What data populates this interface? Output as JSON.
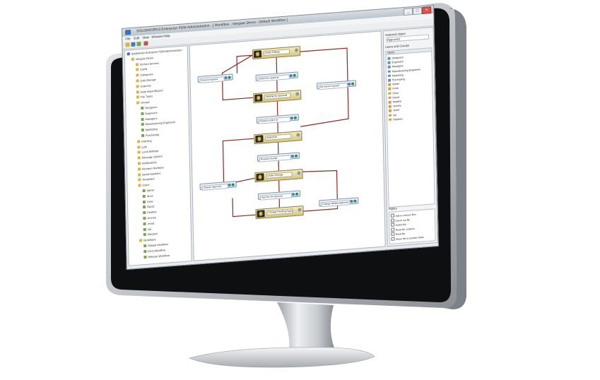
{
  "window": {
    "title": "SOLIDWORKS Enterprise PDM Administration - [ Workflow - Vangaar Demo - Default Workflow ]",
    "controls": [
      "_",
      "□",
      "×"
    ]
  },
  "menu": [
    "File",
    "Edit",
    "View",
    "Window",
    "Help"
  ],
  "tree": {
    "items": [
      {
        "label": "SolidWorks Enterprise PDM Administration",
        "depth": 0
      },
      {
        "label": "Vangaar Demo",
        "depth": 1
      },
      {
        "label": "Archive Servers",
        "depth": 2
      },
      {
        "label": "Cards",
        "depth": 2
      },
      {
        "label": "Categories",
        "depth": 2
      },
      {
        "label": "Cold Storage",
        "depth": 2
      },
      {
        "label": "Columns",
        "depth": 2
      },
      {
        "label": "Data Import/Export",
        "depth": 2
      },
      {
        "label": "File Types",
        "depth": 2
      },
      {
        "label": "Groups",
        "depth": 2
      },
      {
        "label": "Designers",
        "depth": 3
      },
      {
        "label": "Engineers",
        "depth": 3
      },
      {
        "label": "Managers",
        "depth": 3
      },
      {
        "label": "Manufacturing Engineers",
        "depth": 3
      },
      {
        "label": "Marketing",
        "depth": 3
      },
      {
        "label": "Purchasing",
        "depth": 3
      },
      {
        "label": "Indexing",
        "depth": 2
      },
      {
        "label": "Lists",
        "depth": 2
      },
      {
        "label": "Local Settings",
        "depth": 2
      },
      {
        "label": "Message System",
        "depth": 2
      },
      {
        "label": "Notifications",
        "depth": 2
      },
      {
        "label": "Revision Numbers",
        "depth": 2
      },
      {
        "label": "Serial Numbers",
        "depth": 2
      },
      {
        "label": "Templates",
        "depth": 2
      },
      {
        "label": "Users",
        "depth": 2
      },
      {
        "label": "Admin",
        "depth": 3
      },
      {
        "label": "Anne",
        "depth": 3
      },
      {
        "label": "Chris",
        "depth": 3
      },
      {
        "label": "David",
        "depth": 3
      },
      {
        "label": "Heather",
        "depth": 3
      },
      {
        "label": "Jeremy",
        "depth": 3
      },
      {
        "label": "Jerod",
        "depth": 3
      },
      {
        "label": "Val",
        "depth": 3
      },
      {
        "label": "Stephen",
        "depth": 3
      },
      {
        "label": "Workflows",
        "depth": 2
      },
      {
        "label": "Default Workflow",
        "depth": 3
      },
      {
        "label": "ECO Workflow",
        "depth": 3
      },
      {
        "label": "Release Workflow",
        "depth": 3
      }
    ]
  },
  "workflow": {
    "states": [
      {
        "label": "Under Editing"
      },
      {
        "label": "Waiting for approval"
      },
      {
        "label": "Approved"
      },
      {
        "label": "Under Change"
      },
      {
        "label": "Change Pending Approval"
      }
    ],
    "transitions": [
      {
        "label": "Submit for approval"
      },
      {
        "label": "Rework required"
      },
      {
        "label": "No rework required"
      },
      {
        "label": "Passed control ok"
      },
      {
        "label": "Request change"
      },
      {
        "label": "Change Approved"
      },
      {
        "label": "Approve for approval"
      },
      {
        "label": "Change Waiting Approved"
      }
    ]
  },
  "right_panel": {
    "selected_label": "Selected object:",
    "selected_value": "Approved",
    "users_groups_label": "Users and Groups",
    "column_header": "Name",
    "groups": [
      "Designers",
      "Engineers",
      "Managers",
      "Manufacturing Engineers",
      "Marketing",
      "Purchasing"
    ],
    "users": [
      "Admin",
      "Anne",
      "Chris",
      "David",
      "Heather",
      "Jeremy",
      "Jerod",
      "Val",
      "Stephen"
    ],
    "permissions_label": "Rights",
    "permissions": [
      "Add or remove files",
      "Check out file",
      "Delete file",
      "Read file contents",
      "Read file",
      "Share file to another folder"
    ]
  },
  "colors": {
    "state_fill": "#e5d99e",
    "transition_fill": "#dbe5ee",
    "connector": "#8b2a22",
    "bezel": "#101214",
    "frame": "#b9bdc2"
  }
}
